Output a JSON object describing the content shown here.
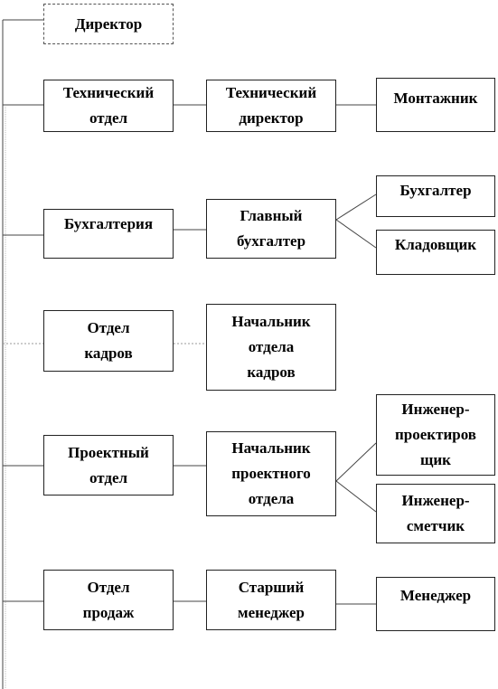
{
  "boxes": {
    "director": "Директор",
    "tech_dept": "Технический\nотдел",
    "tech_director": "Технический\nдиректор",
    "installer": "Монтажник",
    "accounting": "Бухгалтерия",
    "chief_accountant": "Главный\nбухгалтер",
    "accountant": "Бухгалтер",
    "storekeeper": "Кладовщик",
    "hr_dept": "Отдел\nкадров",
    "hr_head": "Начальник\nотдела\nкадров",
    "design_dept": "Проектный\nотдел",
    "design_head": "Начальник\nпроектного\nотдела",
    "design_engineer": "Инженер-\nпроектиров\nщик",
    "estimator": "Инженер-\nсметчик",
    "sales_dept": "Отдел\nпродаж",
    "senior_manager": "Старший\nменеджер",
    "manager": "Менеджер"
  },
  "colors": {
    "line": "#444444",
    "border": "#222222",
    "text": "#000000"
  }
}
